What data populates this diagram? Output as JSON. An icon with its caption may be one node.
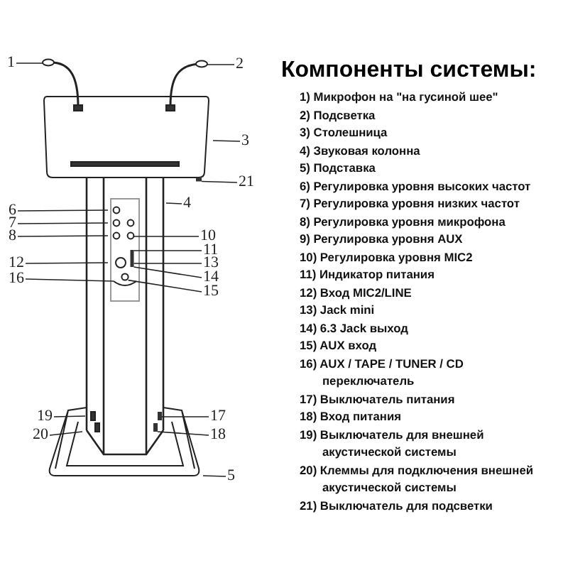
{
  "diagram": {
    "title": "Компоненты системы:",
    "nodes": [
      {
        "text": [
          "1"
        ]
      },
      {
        "text": [
          "2"
        ]
      },
      {
        "text": [
          "3"
        ]
      },
      {
        "text": [
          "21"
        ]
      },
      {
        "text": [
          "4"
        ]
      },
      {
        "text": [
          "6"
        ]
      },
      {
        "text": [
          "7"
        ]
      },
      {
        "text": [
          "8"
        ]
      },
      {
        "text": [
          "10"
        ]
      },
      {
        "text": [
          "11"
        ]
      },
      {
        "text": [
          "12"
        ]
      },
      {
        "text": [
          "13"
        ]
      },
      {
        "text": [
          "14"
        ]
      },
      {
        "text": [
          "16"
        ]
      },
      {
        "text": [
          "15"
        ]
      },
      {
        "text": [
          "19"
        ]
      },
      {
        "text": [
          "17"
        ]
      },
      {
        "text": [
          "20"
        ]
      },
      {
        "text": [
          "18"
        ]
      },
      {
        "text": [
          "5"
        ]
      },
      {
        "text": [],
        "shape": "circle"
      },
      {
        "text": [],
        "shape": "circle"
      },
      {
        "text": [],
        "shape": "circle"
      },
      {
        "text": [],
        "shape": "circle"
      },
      {
        "text": [],
        "shape": "box"
      },
      {
        "text": [],
        "shape": "box"
      },
      {
        "text": [],
        "shape": "box"
      },
      {
        "text": [],
        "shape": "arc"
      },
      {
        "text": [],
        "shape": "box"
      }
    ],
    "edges": [
      {
        "from": 0,
        "to": 20,
        "arrow": "none"
      },
      {
        "from": 1,
        "to": 21,
        "arrow": "none"
      },
      {
        "from": 2,
        "to": null,
        "arrow": "none"
      },
      {
        "from": 3,
        "to": 28,
        "arrow": "none"
      },
      {
        "from": 4,
        "to": null,
        "arrow": "none"
      },
      {
        "from": 5,
        "to": null,
        "arrow": "none"
      },
      {
        "from": 6,
        "to": null,
        "arrow": "none"
      },
      {
        "from": 7,
        "to": null,
        "arrow": "none"
      },
      {
        "from": 8,
        "to": 22,
        "arrow": "none"
      },
      {
        "from": 9,
        "to": 26,
        "arrow": "none"
      },
      {
        "from": 10,
        "to": null,
        "arrow": "none"
      },
      {
        "from": 11,
        "to": 26,
        "arrow": "none"
      },
      {
        "from": 12,
        "to": 26,
        "arrow": "none"
      },
      {
        "from": 13,
        "to": 27,
        "arrow": "none"
      },
      {
        "from": 14,
        "to": 23,
        "arrow": "none"
      },
      {
        "from": 15,
        "to": null,
        "arrow": "none"
      },
      {
        "from": 16,
        "to": 24,
        "arrow": "none"
      },
      {
        "from": 17,
        "to": null,
        "arrow": "none"
      },
      {
        "from": 18,
        "to": 25,
        "arrow": "none"
      },
      {
        "from": 19,
        "to": null,
        "arrow": "none"
      }
    ],
    "labels": [
      "1) Микрофон на \"на гусиной шее\"",
      "2) Подсветка",
      "3) Столешница",
      "4) Звуковая колонна",
      "5) Подставка",
      "6) Регулировка уровня высоких частот",
      "7) Регулировка уровня низких частот",
      "8) Регулировка уровня микрофона",
      "9) Регулировка уровня AUX",
      "10) Регулировка уровня MIC2",
      "11) Индикатор питания",
      "12) Вход MIC2/LINE",
      "13) Jack mini",
      "14) 6.3 Jack выход",
      "15) AUX вход",
      "16) AUX / TAPE / TUNER / CD переключатель",
      "17) Выключатель питания",
      "18) Вход питания",
      "19) Выключатель для внешней акустической системы",
      "20) Клеммы для подключения внешней акустической системы",
      "21) Выключатель для подсветки"
    ]
  }
}
